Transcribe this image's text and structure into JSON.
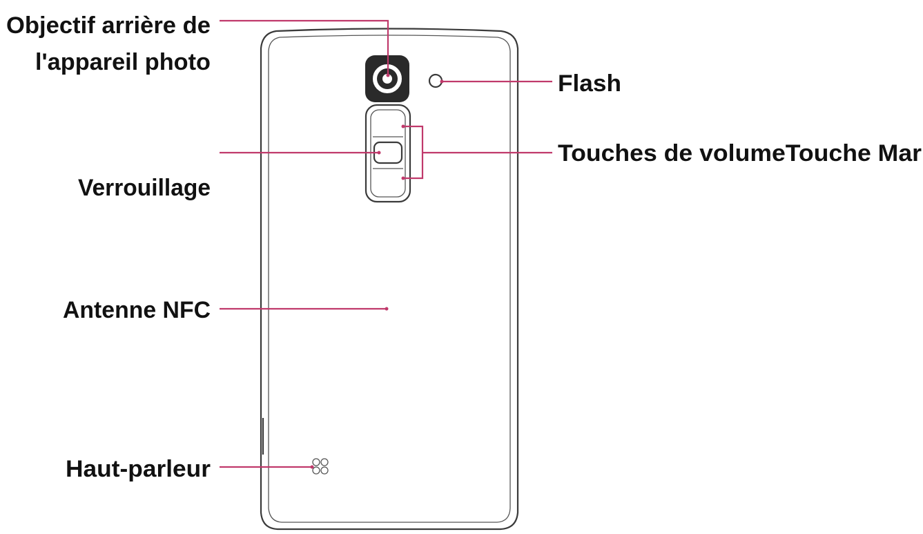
{
  "labels": {
    "rear_camera_line1": "Objectif arrière de",
    "rear_camera_line2": "l'appareil photo",
    "flash": "Flash",
    "volume_keys": "Touches de volumeTouche Mar",
    "lock": "Verrouillage",
    "nfc": "Antenne NFC",
    "speaker": "Haut-parleur"
  },
  "colors": {
    "leader_line": "#c0396b",
    "outline": "#3a3a3a",
    "camera_dark": "#2a2a2a"
  }
}
